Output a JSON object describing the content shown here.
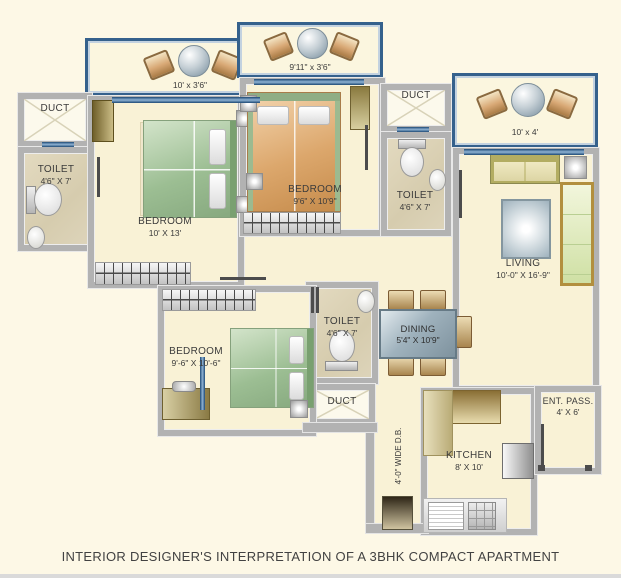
{
  "caption": "INTERIOR DESIGNER'S INTERPRETATION OF A 3BHK COMPACT APARTMENT",
  "balconies": {
    "left": {
      "dims": "10' x 3'6\""
    },
    "middle": {
      "dims": "9'11\" x 3'6\""
    },
    "right": {
      "dims": "10' x 4'"
    }
  },
  "rooms": {
    "duct_top_left": {
      "label": "DUCT"
    },
    "toilet_left": {
      "label": "TOILET",
      "dims": "4'6\" X 7'"
    },
    "bedroom_master": {
      "label": "BEDROOM",
      "dims": "10' X 13'"
    },
    "bedroom_middle": {
      "label": "BEDROOM",
      "dims": "9'6\" X 10'9\""
    },
    "duct_top_right": {
      "label": "DUCT"
    },
    "toilet_middle": {
      "label": "TOILET",
      "dims": "4'6\" X 7'"
    },
    "living": {
      "label": "LIVING",
      "dims": "10'-0\" X 16'-9\""
    },
    "dining": {
      "label": "DINING",
      "dims": "5'4\" X 10'9\""
    },
    "toilet_center": {
      "label": "TOILET",
      "dims": "4'6\" X 7'"
    },
    "duct_center": {
      "label": "DUCT"
    },
    "bedroom_bottom": {
      "label": "BEDROOM",
      "dims": "9'-6\" X 10'-6\""
    },
    "kitchen": {
      "label": "KITCHEN",
      "dims": "8' X 10'"
    },
    "ent_pass": {
      "label": "ENT. PASS.",
      "dims": "4' X 6'"
    },
    "dress_balcony": {
      "label": "4'-0\" WIDE D.B."
    }
  },
  "colors": {
    "background": "#fdf8e6",
    "floor": "#f9f2d6",
    "toilet_floor": "#ddd4ba",
    "wall": "#b2b2b2",
    "balcony_frame": "#35618c",
    "bed_green": "#9cbe93",
    "bed_orange": "#dca76c",
    "table_gray": "#9fb2bd",
    "wood": "#b89a5a",
    "caption_text": "#424242"
  }
}
